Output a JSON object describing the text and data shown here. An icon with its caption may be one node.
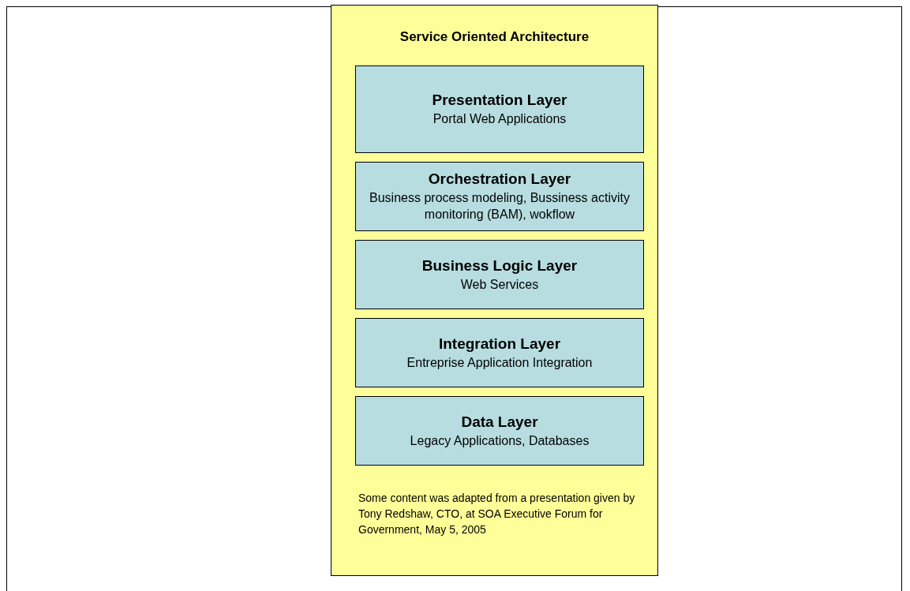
{
  "diagram": {
    "nodes": [
      {
        "text": [
          "Service Oriented Architecture"
        ]
      },
      {
        "text": [
          "Presentation Layer",
          "Portal Web Applications"
        ],
        "in": 0
      },
      {
        "text": [
          "Orchestration Layer",
          "Business process modeling, Bussiness activity monitoring (BAM), wokflow"
        ],
        "in": 0
      },
      {
        "text": [
          "Business Logic Layer",
          "Web Services"
        ],
        "in": 0
      },
      {
        "text": [
          "Integration Layer",
          "Entreprise Application Integration"
        ],
        "in": 0
      },
      {
        "text": [
          "Data Layer",
          "Legacy Applications, Databases"
        ],
        "in": 0
      }
    ],
    "labels": [
      "Some content was adapted from a presentation given by Tony Redshaw, CTO, at SOA Executive Forum for Government, May 5, 2005"
    ]
  }
}
